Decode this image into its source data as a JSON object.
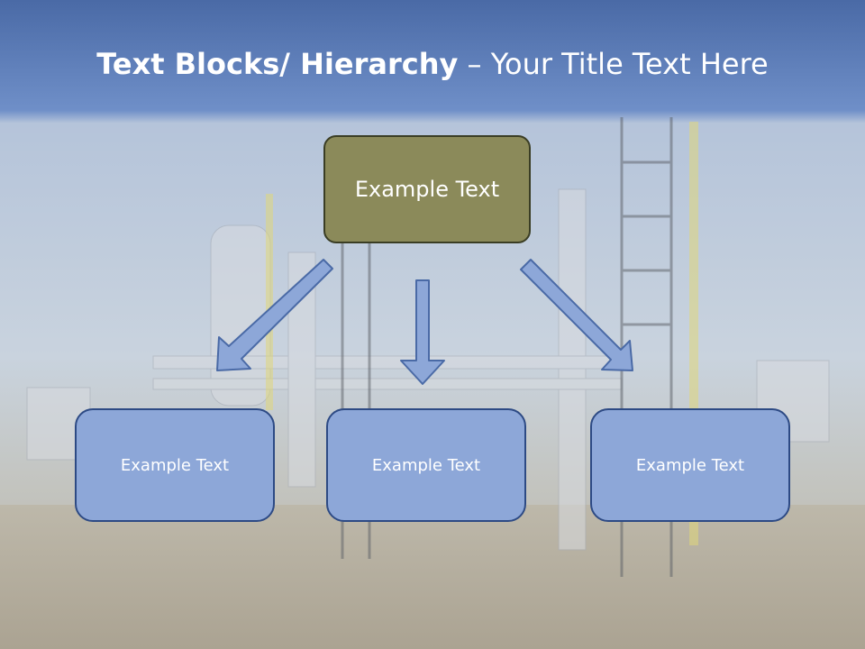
{
  "slide": {
    "title_bold": "Text Blocks/ Hierarchy",
    "title_dash": " – ",
    "title_rest": "Your Title Text Here",
    "top_box": "Example Text",
    "children": [
      "Example Text",
      "Example Text",
      "Example Text"
    ]
  },
  "colors": {
    "top_box_fill": "#8b8a5a",
    "child_box_fill": "#8da7d8",
    "arrow_fill": "#8da7d8",
    "header_band": "#5a7fc0"
  }
}
